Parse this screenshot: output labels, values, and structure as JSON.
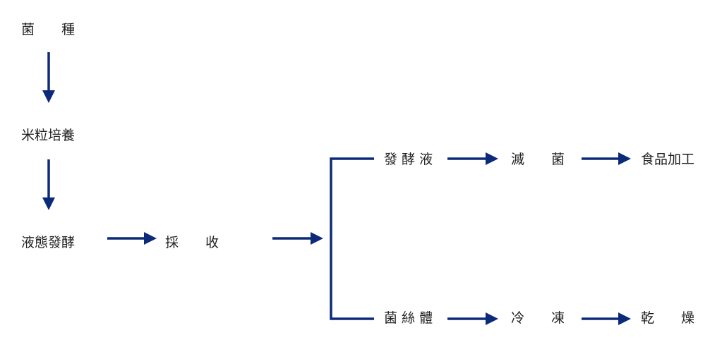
{
  "nodes": {
    "starter": "菌　　種",
    "rice_culture": "米粒培養",
    "liquid_ferment": "液態發酵",
    "harvest": "採　　收",
    "broth": "發 酵 液",
    "sterilize": "滅　　菌",
    "food_processing": "食品加工",
    "mycelium": "菌 絲 體",
    "freeze": "冷　　凍",
    "dry": "乾　　燥"
  },
  "colors": {
    "arrow": "#0d2a7a",
    "text": "#222222"
  }
}
